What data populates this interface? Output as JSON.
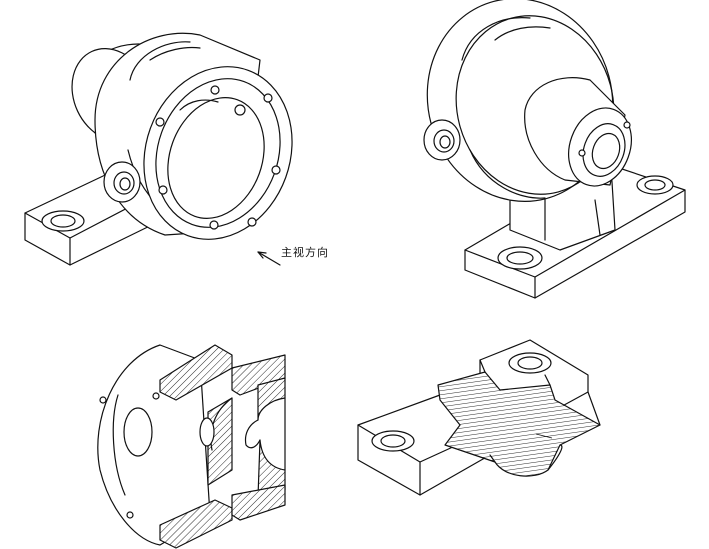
{
  "annotation": {
    "view_direction_label": "主视方向"
  },
  "colors": {
    "line": "#111111",
    "background": "#ffffff"
  },
  "figures": [
    {
      "view": "isometric-front-flange"
    },
    {
      "view": "isometric-rear-boss"
    },
    {
      "view": "section-quarter-cut"
    },
    {
      "view": "section-base-cut"
    }
  ]
}
